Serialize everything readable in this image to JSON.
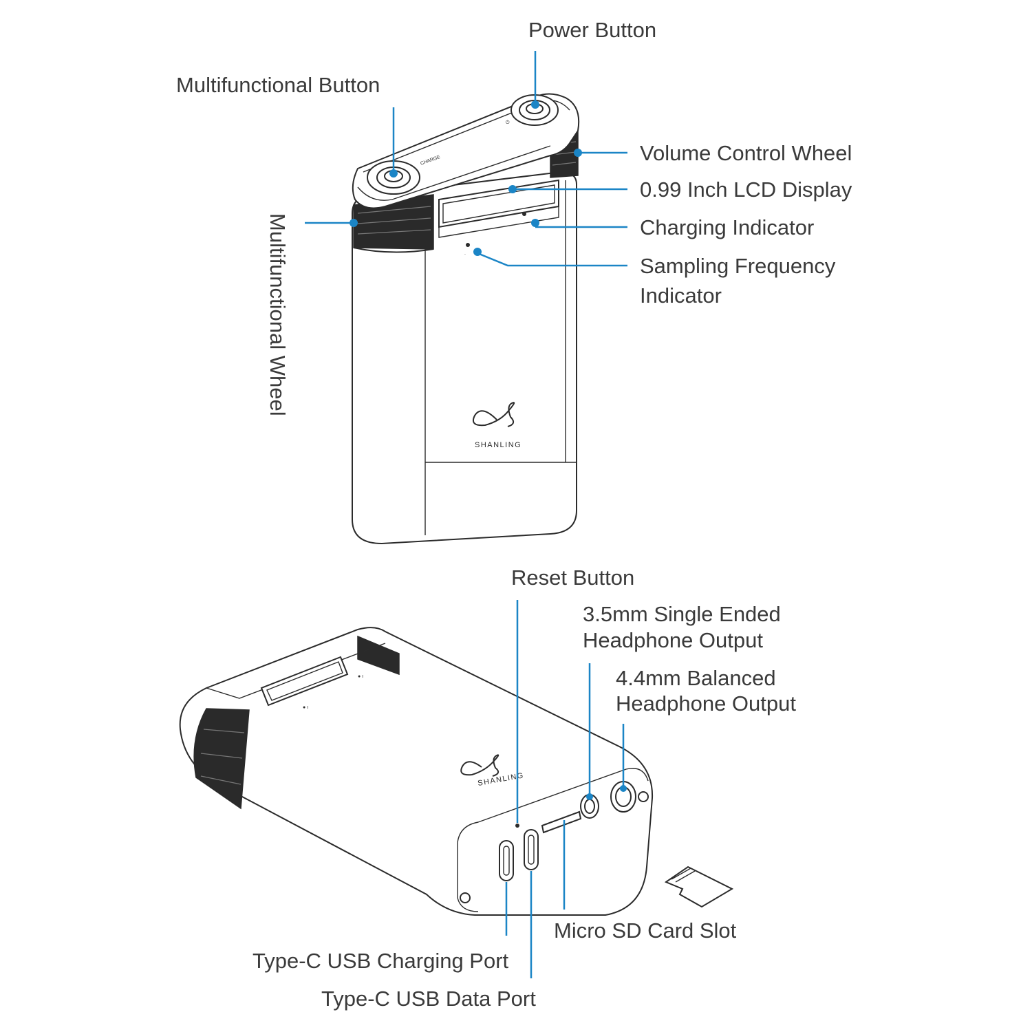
{
  "labels": {
    "power_button": "Power Button",
    "multifunctional_button": "Multifunctional Button",
    "volume_control_wheel": "Volume Control Wheel",
    "lcd_display": "0.99 Inch LCD Display",
    "charging_indicator": "Charging Indicator",
    "sampling_frequency_line1": "Sampling Frequency",
    "sampling_frequency_line2": "Indicator",
    "multifunctional_wheel": "Multifunctional Wheel",
    "reset_button": "Reset Button",
    "single_ended_line1": "3.5mm Single Ended",
    "single_ended_line2": "Headphone Output",
    "balanced_line1": "4.4mm Balanced",
    "balanced_line2": "Headphone Output",
    "micro_sd_slot": "Micro SD Card Slot",
    "usb_charging_port": "Type-C USB Charging Port",
    "usb_data_port": "Type-C USB Data Port"
  },
  "brand": {
    "name": "SHANLING"
  },
  "colors": {
    "accent": "#1b85c6",
    "ink": "#2b2b2b",
    "text": "#3a3a3a"
  }
}
